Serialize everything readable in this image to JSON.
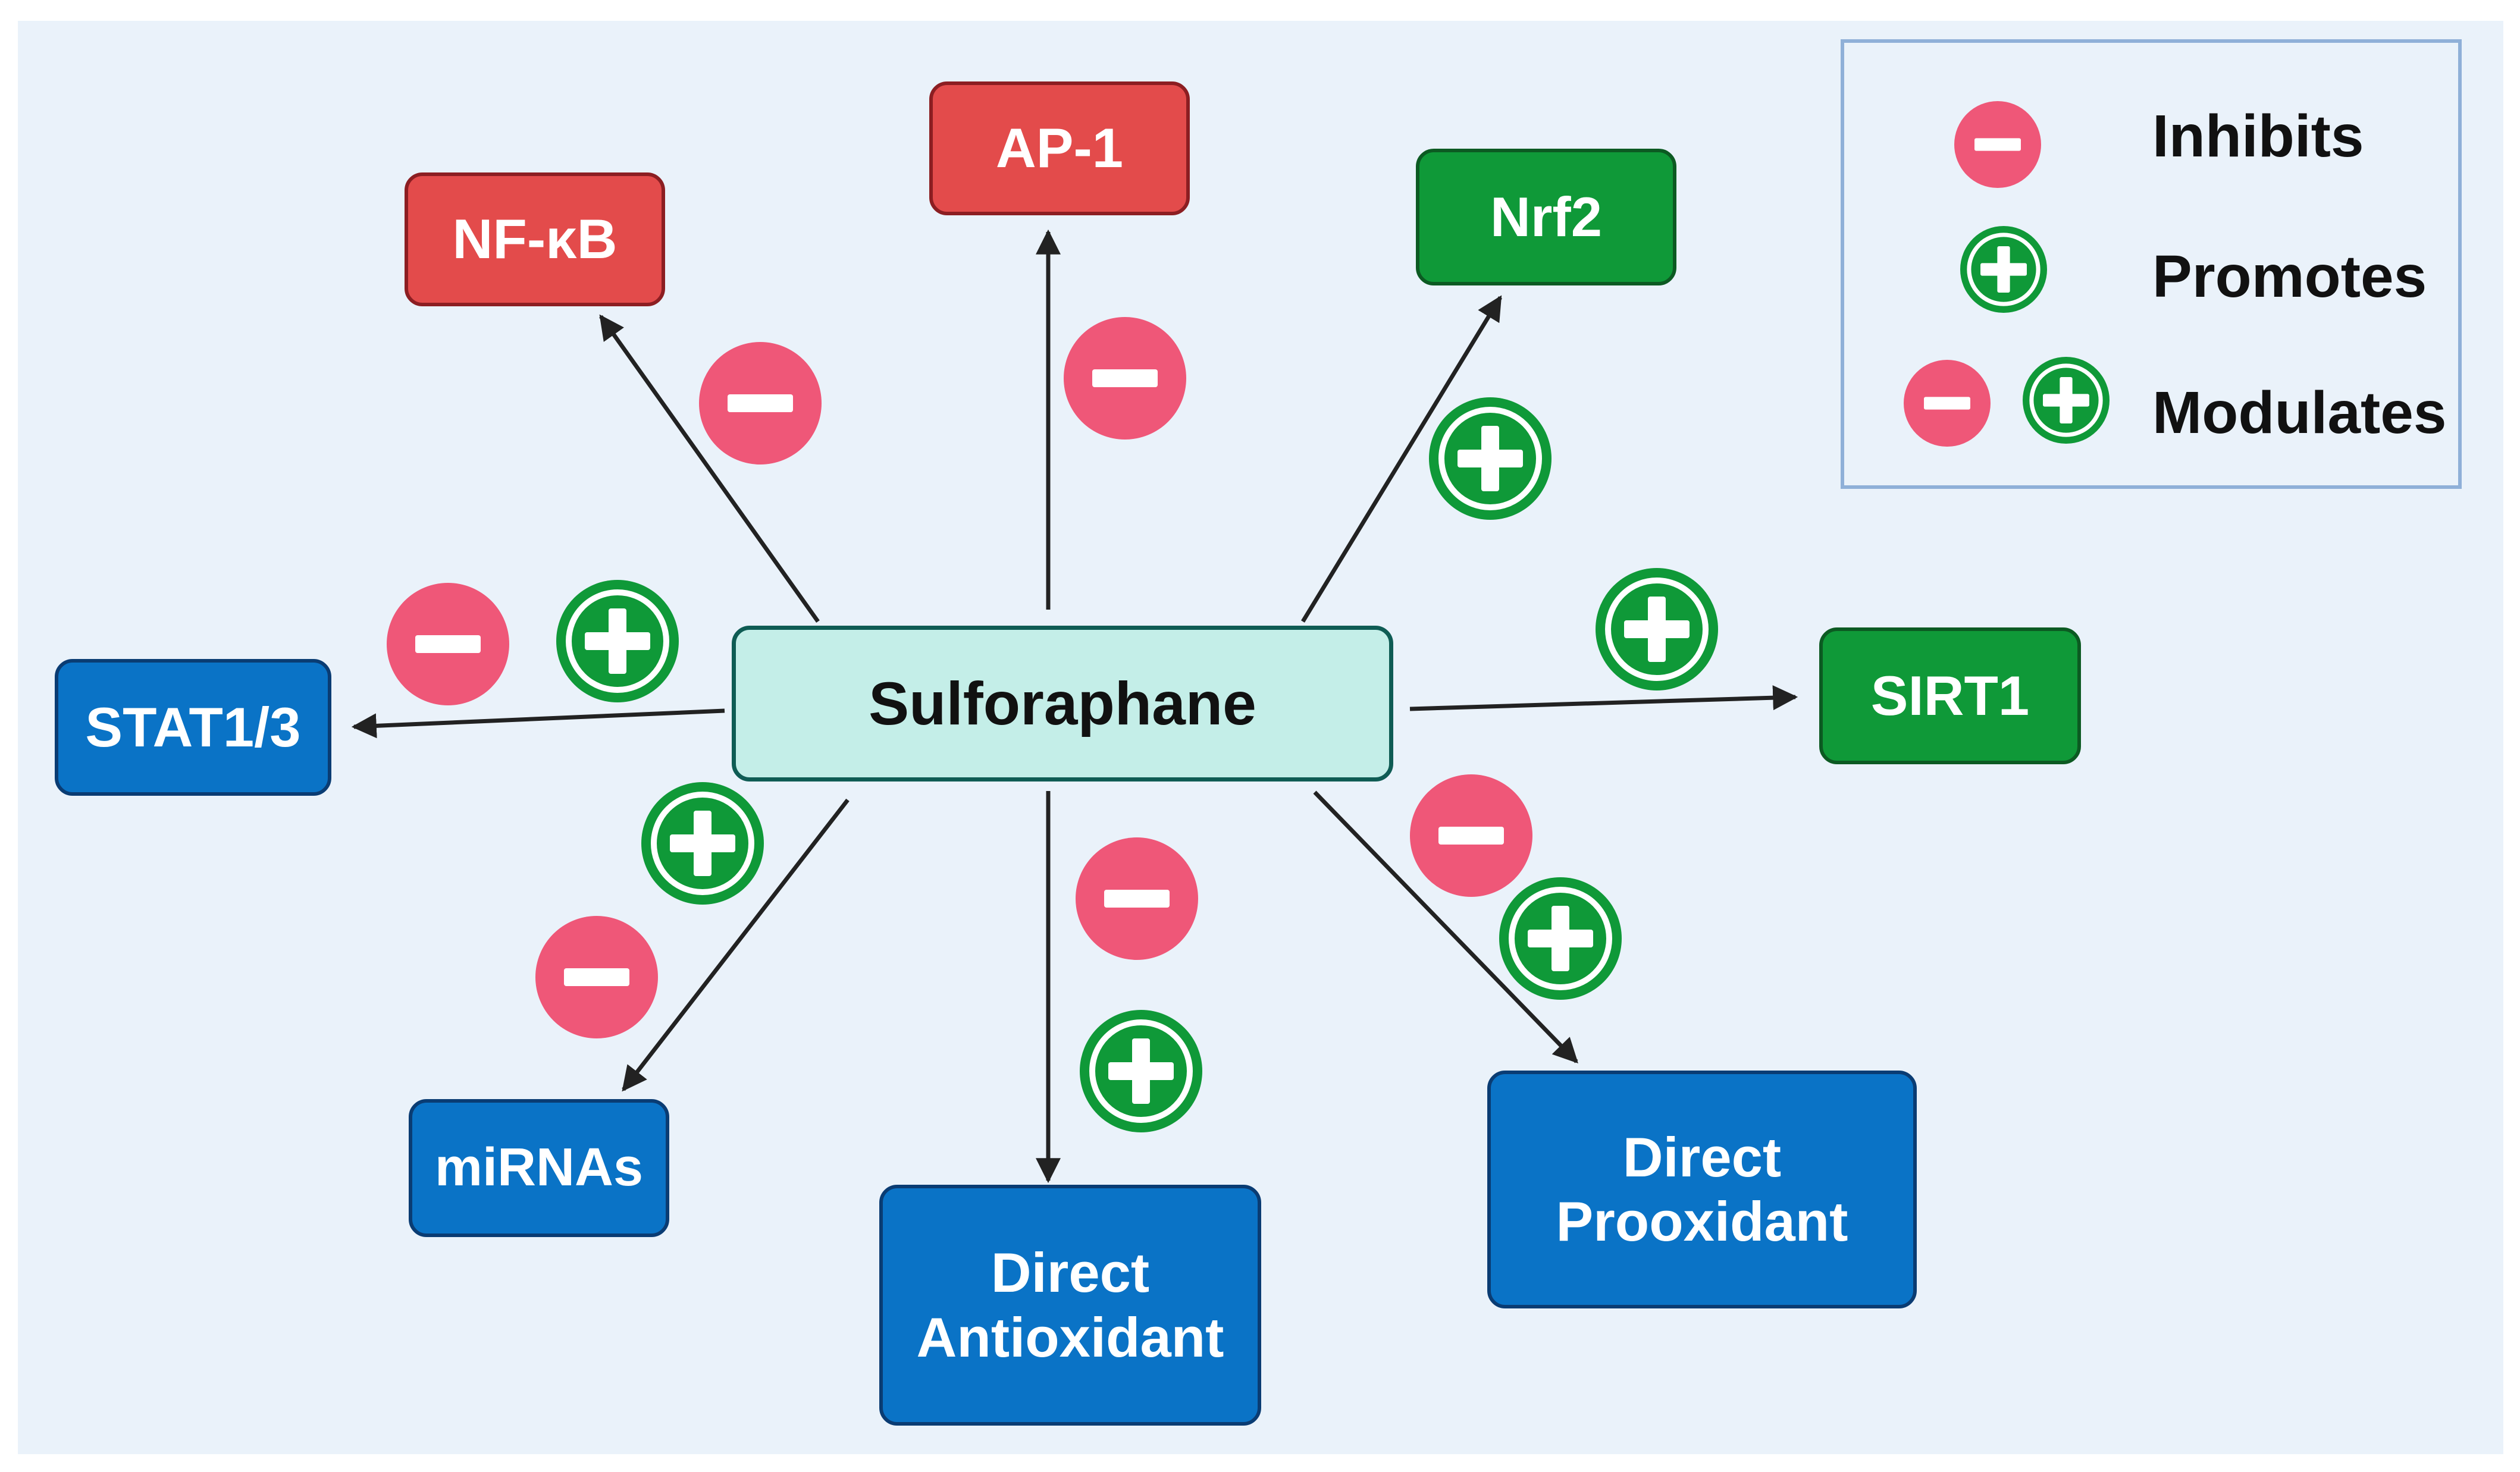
{
  "center": {
    "label": "Sulforaphane"
  },
  "nodes": {
    "nfkb": "NF-κB",
    "ap1": "AP-1",
    "nrf2": "Nrf2",
    "sirt1": "SIRT1",
    "stat": "STAT1/3",
    "mirnas": "miRNAs",
    "direct_antioxidant": [
      "Direct",
      "Antioxidant"
    ],
    "direct_prooxidant": [
      "Direct",
      "Prooxidant"
    ]
  },
  "legend": {
    "inhibits": "Inhibits",
    "promotes": "Promotes",
    "modulates": "Modulates"
  },
  "colors": {
    "inhibit": "#ef5778",
    "promote": "#0f9938",
    "red_node": "#e34b4b",
    "green_node": "#0f9938",
    "blue_node": "#0a73c6",
    "center_fill": "#c4eee8"
  }
}
